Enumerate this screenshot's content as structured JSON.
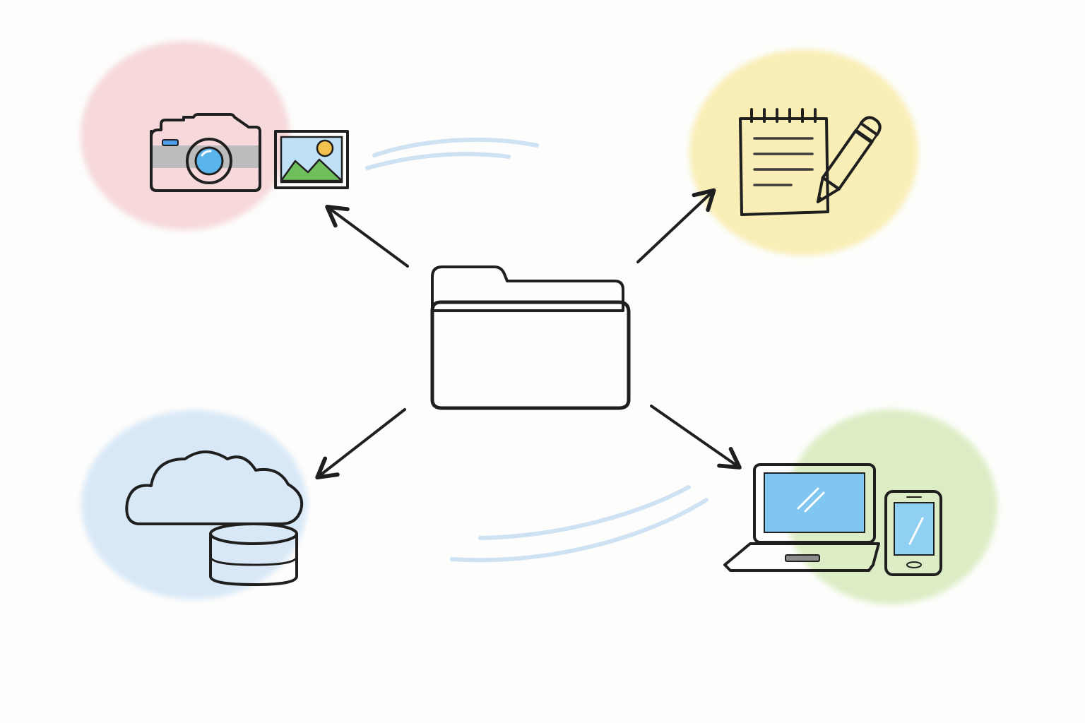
{
  "diagram": {
    "center": {
      "icon": "folder-icon"
    },
    "nodes": [
      {
        "id": "photos",
        "icons": [
          "camera-icon",
          "image-icon"
        ],
        "bubble_color": "#f6d3d6",
        "position": "top-left"
      },
      {
        "id": "documents",
        "icons": [
          "notepad-icon",
          "pencil-icon"
        ],
        "bubble_color": "#f8ecaa",
        "position": "top-right"
      },
      {
        "id": "cloud-storage",
        "icons": [
          "cloud-icon",
          "database-icon"
        ],
        "bubble_color": "#d5e6f6",
        "position": "bottom-left"
      },
      {
        "id": "devices",
        "icons": [
          "laptop-icon",
          "phone-icon"
        ],
        "bubble_color": "#d9ecc0",
        "position": "bottom-right"
      }
    ],
    "edges": [
      {
        "from": "center",
        "to": "photos"
      },
      {
        "from": "center",
        "to": "documents"
      },
      {
        "from": "center",
        "to": "cloud-storage"
      },
      {
        "from": "center",
        "to": "devices"
      }
    ],
    "colors": {
      "folder": "#3d8ae6",
      "ink": "#1f1f1f",
      "motion_lines": "#cfe2f3"
    }
  }
}
